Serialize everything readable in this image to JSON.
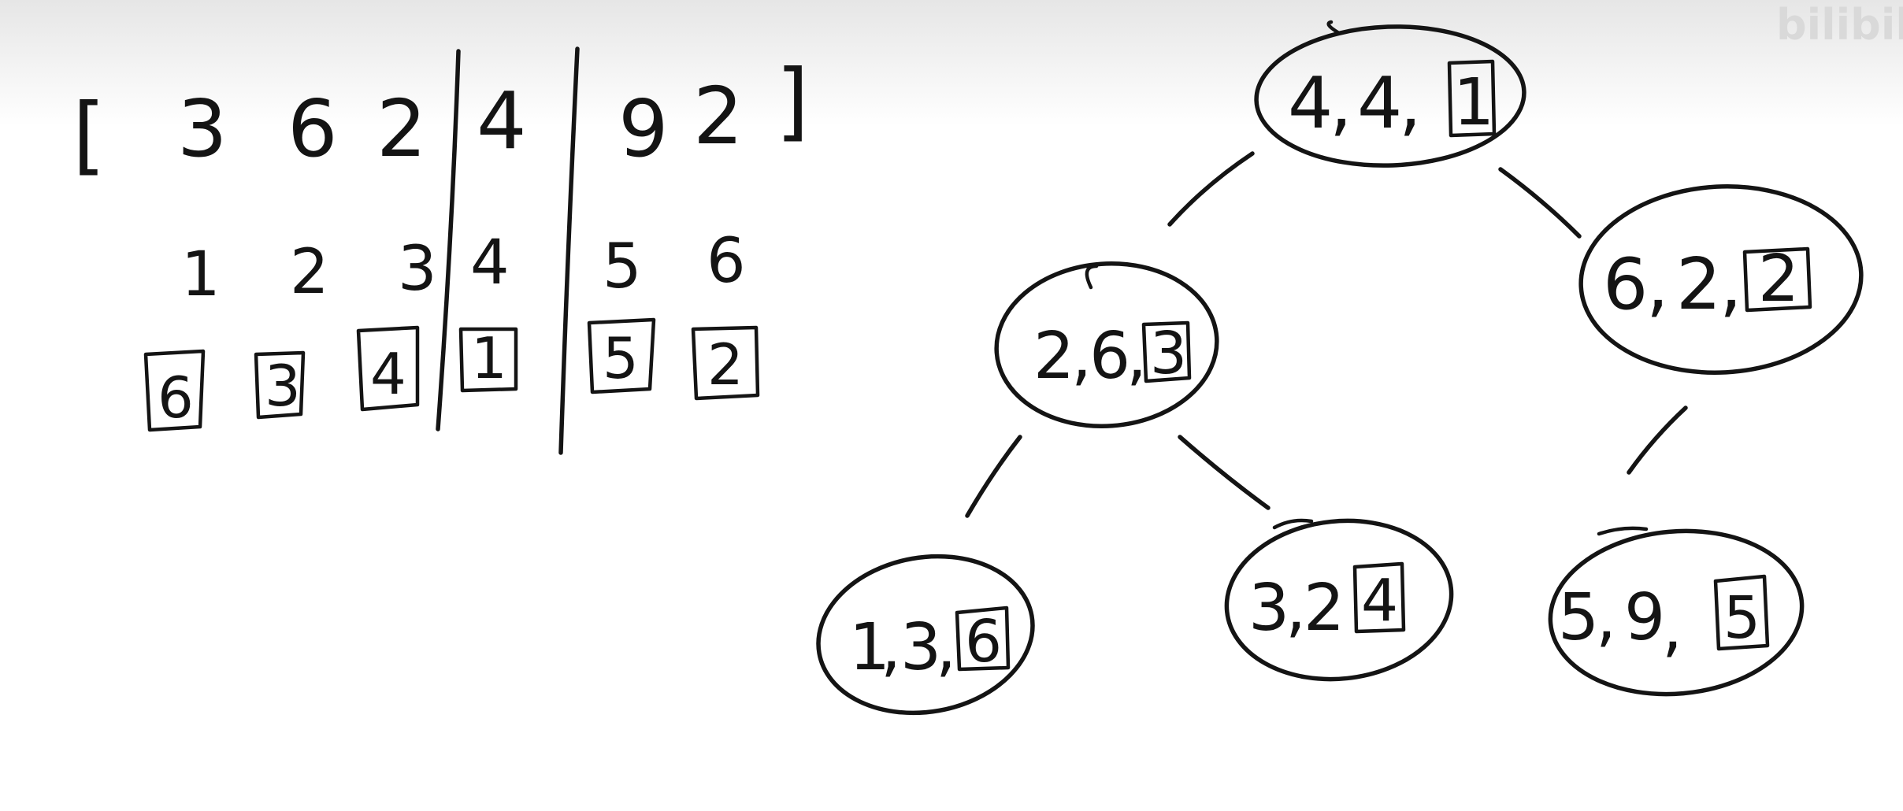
{
  "array": {
    "open_bracket": "[",
    "close_bracket": "]",
    "values": [
      "3",
      "6",
      "2",
      "4",
      "9",
      "2"
    ],
    "positions": [
      "1",
      "2",
      "3",
      "4",
      "5",
      "6"
    ],
    "ranks": [
      "6",
      "3",
      "4",
      "1",
      "5",
      "2"
    ]
  },
  "tree": {
    "nodes": [
      {
        "id": "root",
        "a": "4",
        "b": "4",
        "rank": "1"
      },
      {
        "id": "left",
        "a": "2",
        "b": "6",
        "rank": "3"
      },
      {
        "id": "right",
        "a": "6",
        "b": "2",
        "rank": "2"
      },
      {
        "id": "ll",
        "a": "1",
        "b": "3",
        "rank": "6"
      },
      {
        "id": "lr",
        "a": "3",
        "b": "2",
        "rank": "4"
      },
      {
        "id": "rl",
        "a": "5",
        "b": "9",
        "rank": "5"
      }
    ]
  },
  "watermark": {
    "text": "bilibili"
  },
  "colors": {
    "ink": "#141414",
    "paper": "#ffffff",
    "watermark": "#d9d9d9"
  }
}
